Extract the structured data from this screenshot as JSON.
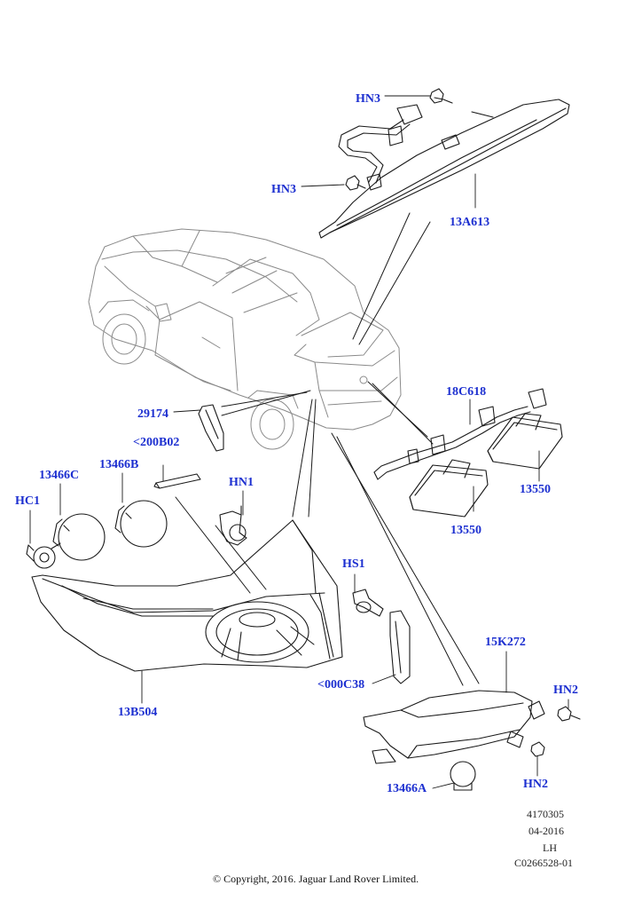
{
  "callouts": {
    "hn3_top": "HN3",
    "hn3_mid": "HN3",
    "c13A613": "13A613",
    "c18C618": "18C618",
    "c29174": "29174",
    "c200B02": "<200B02",
    "c13466C": "13466C",
    "c13466B": "13466B",
    "hn1": "HN1",
    "hc1": "HC1",
    "c13550_right": "13550",
    "c13550_left": "13550",
    "hs1": "HS1",
    "c13B504": "13B504",
    "c000C38": "<000C38",
    "c15K272": "15K272",
    "hn2_top": "HN2",
    "hn2_bottom": "HN2",
    "c13466A": "13466A"
  },
  "meta": {
    "ref": "4170305",
    "date": "04-2016",
    "side": "LH",
    "code": "C0266528-01"
  },
  "copyright": "© Copyright, 2016. Jaguar Land Rover Limited."
}
